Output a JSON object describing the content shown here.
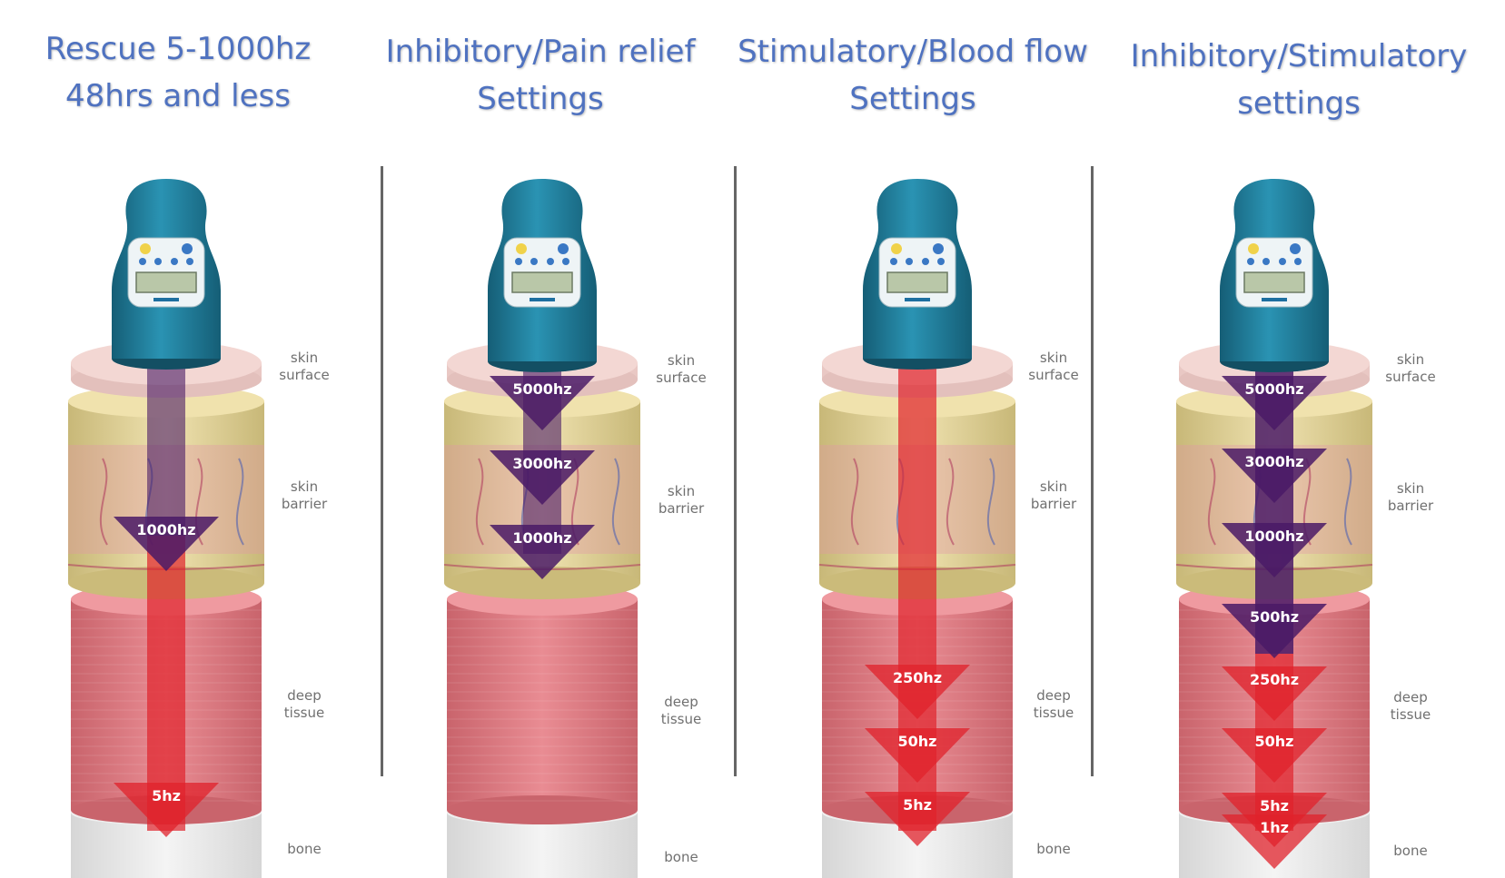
{
  "colors": {
    "title": "#4f72c0",
    "inhibitory_arrow": "#4a1a66",
    "stimulatory_arrow": "#e0222b",
    "skin_surface": "#f3d7d3",
    "fat_layer": "#e6d6a0",
    "deep_tissue": "#e07a82",
    "bone": "#e8e8e8",
    "device": "#1f7f9c"
  },
  "layer_labels": {
    "skin_surface": [
      "skin",
      "surface"
    ],
    "skin_barrier": [
      "skin",
      "barrier"
    ],
    "deep_tissue": [
      "deep",
      "tissue"
    ],
    "bone": [
      "bone"
    ]
  },
  "panels": [
    {
      "title_lines": [
        "Rescue 5-1000hz",
        "48hrs and less"
      ],
      "beam": "mixed",
      "arrows": [
        {
          "label": "1000hz",
          "color": "inhibitory"
        },
        {
          "label": "5hz",
          "color": "stimulatory"
        }
      ]
    },
    {
      "title_lines": [
        "Inhibitory/Pain relief",
        "Settings"
      ],
      "beam": "inhibitory",
      "arrows": [
        {
          "label": "5000hz",
          "color": "inhibitory"
        },
        {
          "label": "3000hz",
          "color": "inhibitory"
        },
        {
          "label": "1000hz",
          "color": "inhibitory"
        }
      ]
    },
    {
      "title_lines": [
        "Stimulatory/Blood flow",
        "Settings"
      ],
      "beam": "stimulatory",
      "arrows": [
        {
          "label": "250hz",
          "color": "stimulatory"
        },
        {
          "label": "50hz",
          "color": "stimulatory"
        },
        {
          "label": "5hz",
          "color": "stimulatory"
        }
      ]
    },
    {
      "title_lines": [
        "Inhibitory/Stimulatory",
        "settings"
      ],
      "beam": "both",
      "arrows": [
        {
          "label": "5000hz",
          "color": "inhibitory"
        },
        {
          "label": "3000hz",
          "color": "inhibitory"
        },
        {
          "label": "1000hz",
          "color": "inhibitory"
        },
        {
          "label": "500hz",
          "color": "inhibitory"
        },
        {
          "label": "250hz",
          "color": "stimulatory"
        },
        {
          "label": "50hz",
          "color": "stimulatory"
        },
        {
          "label": "5hz",
          "color": "stimulatory"
        },
        {
          "label": "1hz",
          "color": "stimulatory"
        }
      ]
    }
  ]
}
